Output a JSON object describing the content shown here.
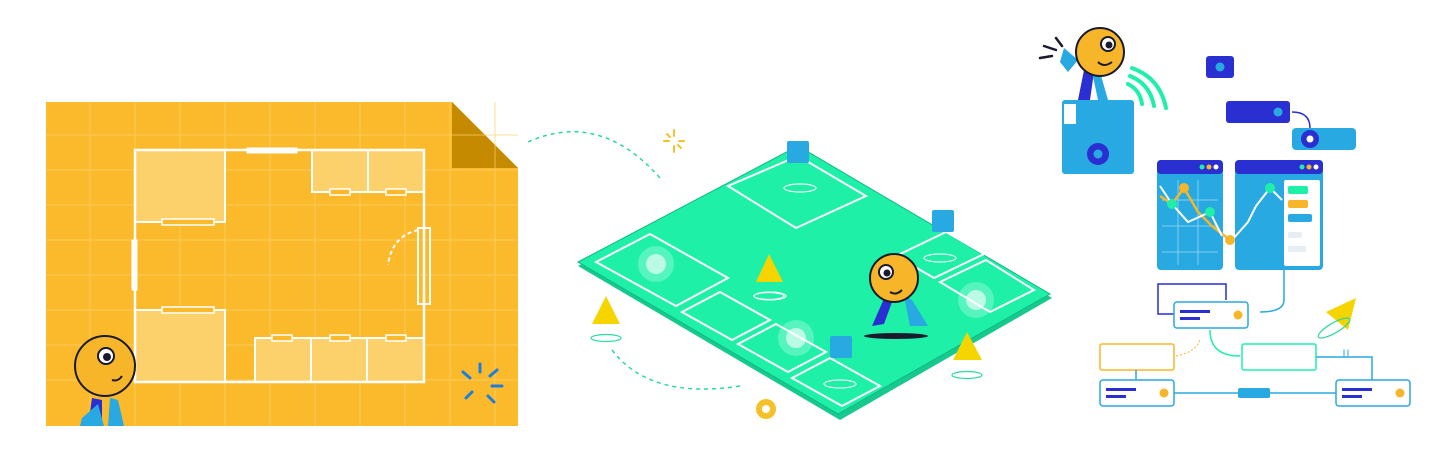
{
  "scenes": [
    {
      "name": "floor-plan-blueprint"
    },
    {
      "name": "isometric-room-map"
    },
    {
      "name": "connected-devices-dashboard"
    }
  ],
  "colors": {
    "blueprint_orange": "#fbb92c",
    "blueprint_fold": "#c68a00",
    "mint_green": "#1ef0a8",
    "teal": "#2ad8a0",
    "mascot_orange": "#f7b52a",
    "blue": "#29a9e1",
    "navy": "#2a2fd1",
    "yellow": "#f5d400",
    "white": "#ffffff"
  },
  "icons": [
    "mascot-character",
    "sparkle-icon",
    "wifi-signal-icon",
    "triangle-marker-icon",
    "ring-marker-icon"
  ]
}
